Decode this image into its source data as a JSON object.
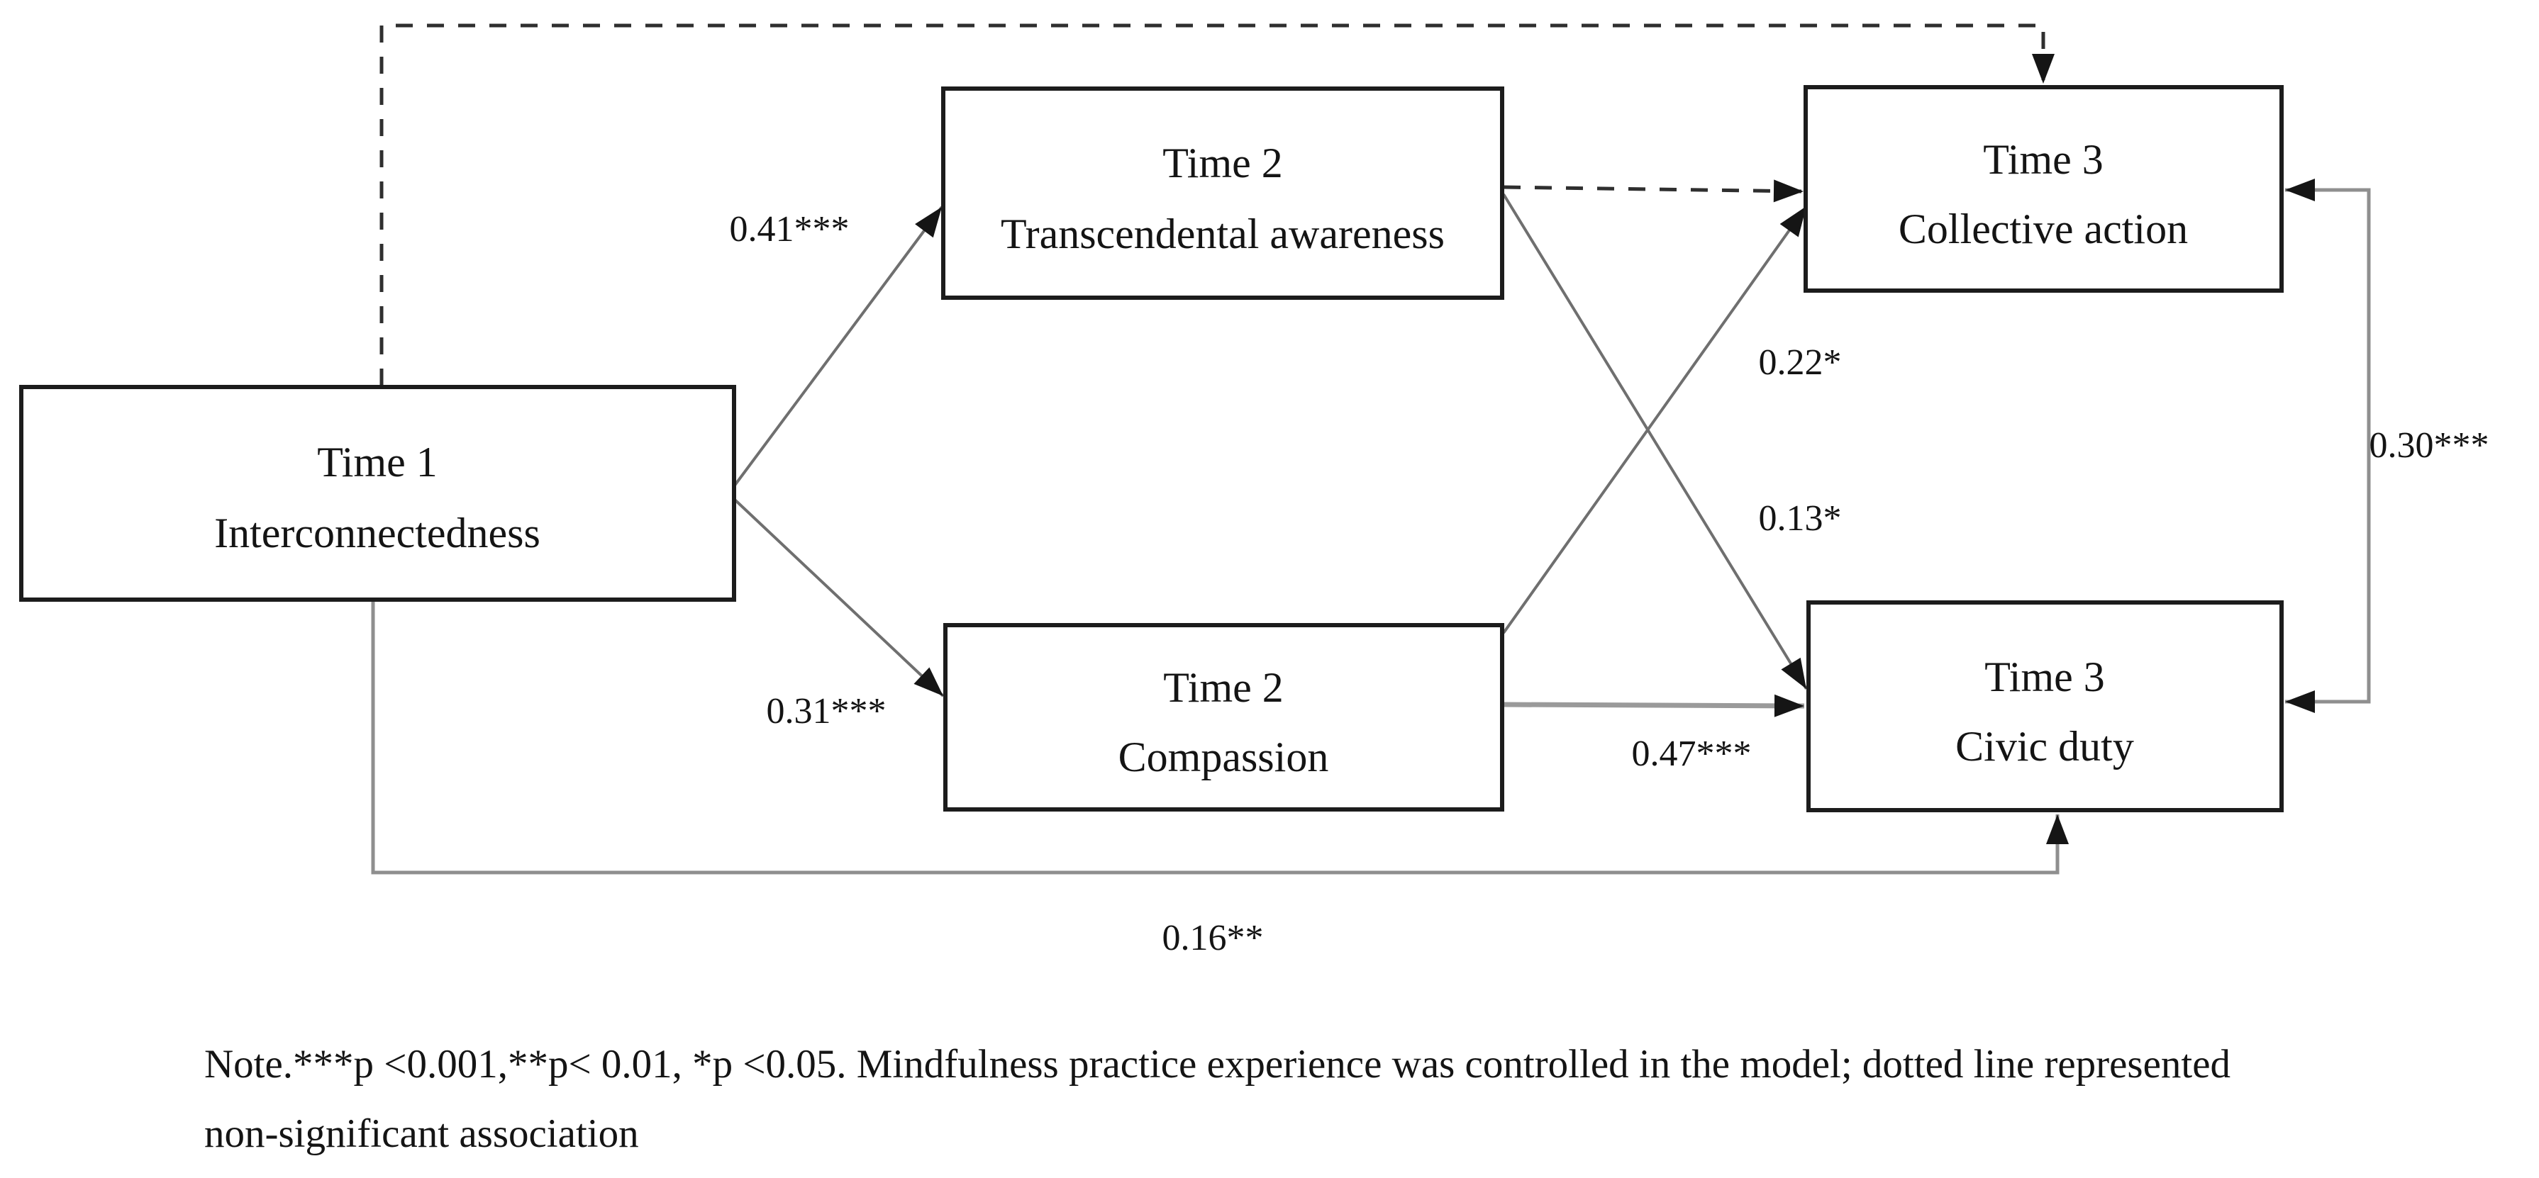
{
  "figure": {
    "kind": "longitudinal path model diagram",
    "colors": {
      "background": "#ffffff",
      "box_border": "#1c1c1c",
      "text_ink": "#141414",
      "connector_gray": "#6f6f6f",
      "light_gray": "#8f8f8f",
      "dashed_ink": "#2f2f2f"
    }
  },
  "nodes": {
    "t1": {
      "line1": "Time 1",
      "line2": "Interconnectedness"
    },
    "t2a": {
      "line1": "Time 2",
      "line2": "Transcendental awareness"
    },
    "t2b": {
      "line1": "Time 2",
      "line2": "Compassion"
    },
    "t3a": {
      "line1": "Time 3",
      "line2": "Collective action"
    },
    "t3b": {
      "line1": "Time 3",
      "line2": "Civic duty"
    }
  },
  "paths": {
    "t1_t2a": {
      "from": "Time 1 Interconnectedness",
      "to": "Time 2 Transcendental awareness",
      "label": "0.41***",
      "style": "solid",
      "significant": true
    },
    "t1_t2b": {
      "from": "Time 1 Interconnectedness",
      "to": "Time 2 Compassion",
      "label": "0.31***",
      "style": "solid",
      "significant": true
    },
    "t2a_t3a": {
      "from": "Time 2 Transcendental awareness",
      "to": "Time 3 Collective action",
      "label": "",
      "style": "dashed",
      "significant": false
    },
    "t2a_t3b": {
      "from": "Time 2 Transcendental awareness",
      "to": "Time 3 Civic duty",
      "label": "0.13*",
      "style": "solid",
      "significant": true
    },
    "t2b_t3a": {
      "from": "Time 2 Compassion",
      "to": "Time 3 Collective action",
      "label": "0.22*",
      "style": "solid",
      "significant": true
    },
    "t2b_t3b": {
      "from": "Time 2 Compassion",
      "to": "Time 3 Civic duty",
      "label": "0.47***",
      "style": "solid",
      "significant": true
    },
    "t1_t3a": {
      "from": "Time 1 Interconnectedness",
      "to": "Time 3 Collective action",
      "label": "",
      "style": "dashed",
      "significant": false
    },
    "t1_t3b": {
      "from": "Time 1 Interconnectedness",
      "to": "Time 3 Civic duty",
      "label": "0.16**",
      "style": "solid",
      "significant": true
    },
    "t3a_t3b": {
      "from": "Time 3 Collective action",
      "to": "Time 3 Civic duty",
      "label": "0.30***",
      "style": "solid",
      "significant": true
    }
  },
  "note": {
    "line1": "Note.***p <0.001,**p< 0.01, *p <0.05. Mindfulness practice experience was controlled in the model; dotted line represented",
    "line2": "non-significant association"
  }
}
